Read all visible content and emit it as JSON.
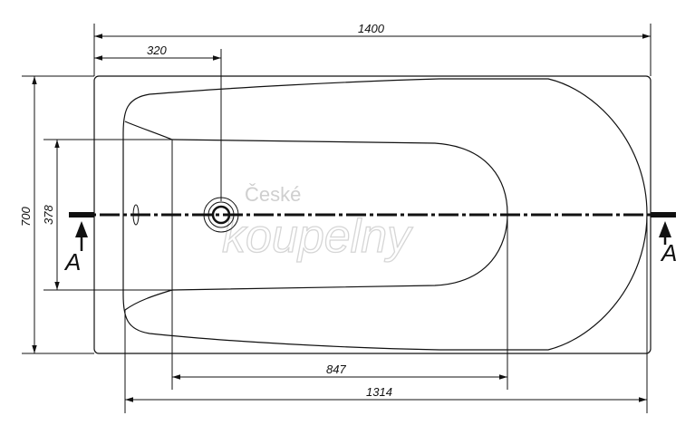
{
  "dimensions": {
    "overall_length": "1400",
    "outlet_offset": "320",
    "inner_length": "1314",
    "flat_bottom_length": "847",
    "overall_width": "700",
    "inner_width": "378"
  },
  "section": {
    "left_label": "A",
    "right_label": "A"
  },
  "watermark": {
    "line1": "České",
    "line2": "koupelny"
  },
  "colors": {
    "line": "#111111",
    "watermark": "#cfcfcf",
    "background": "#ffffff"
  }
}
